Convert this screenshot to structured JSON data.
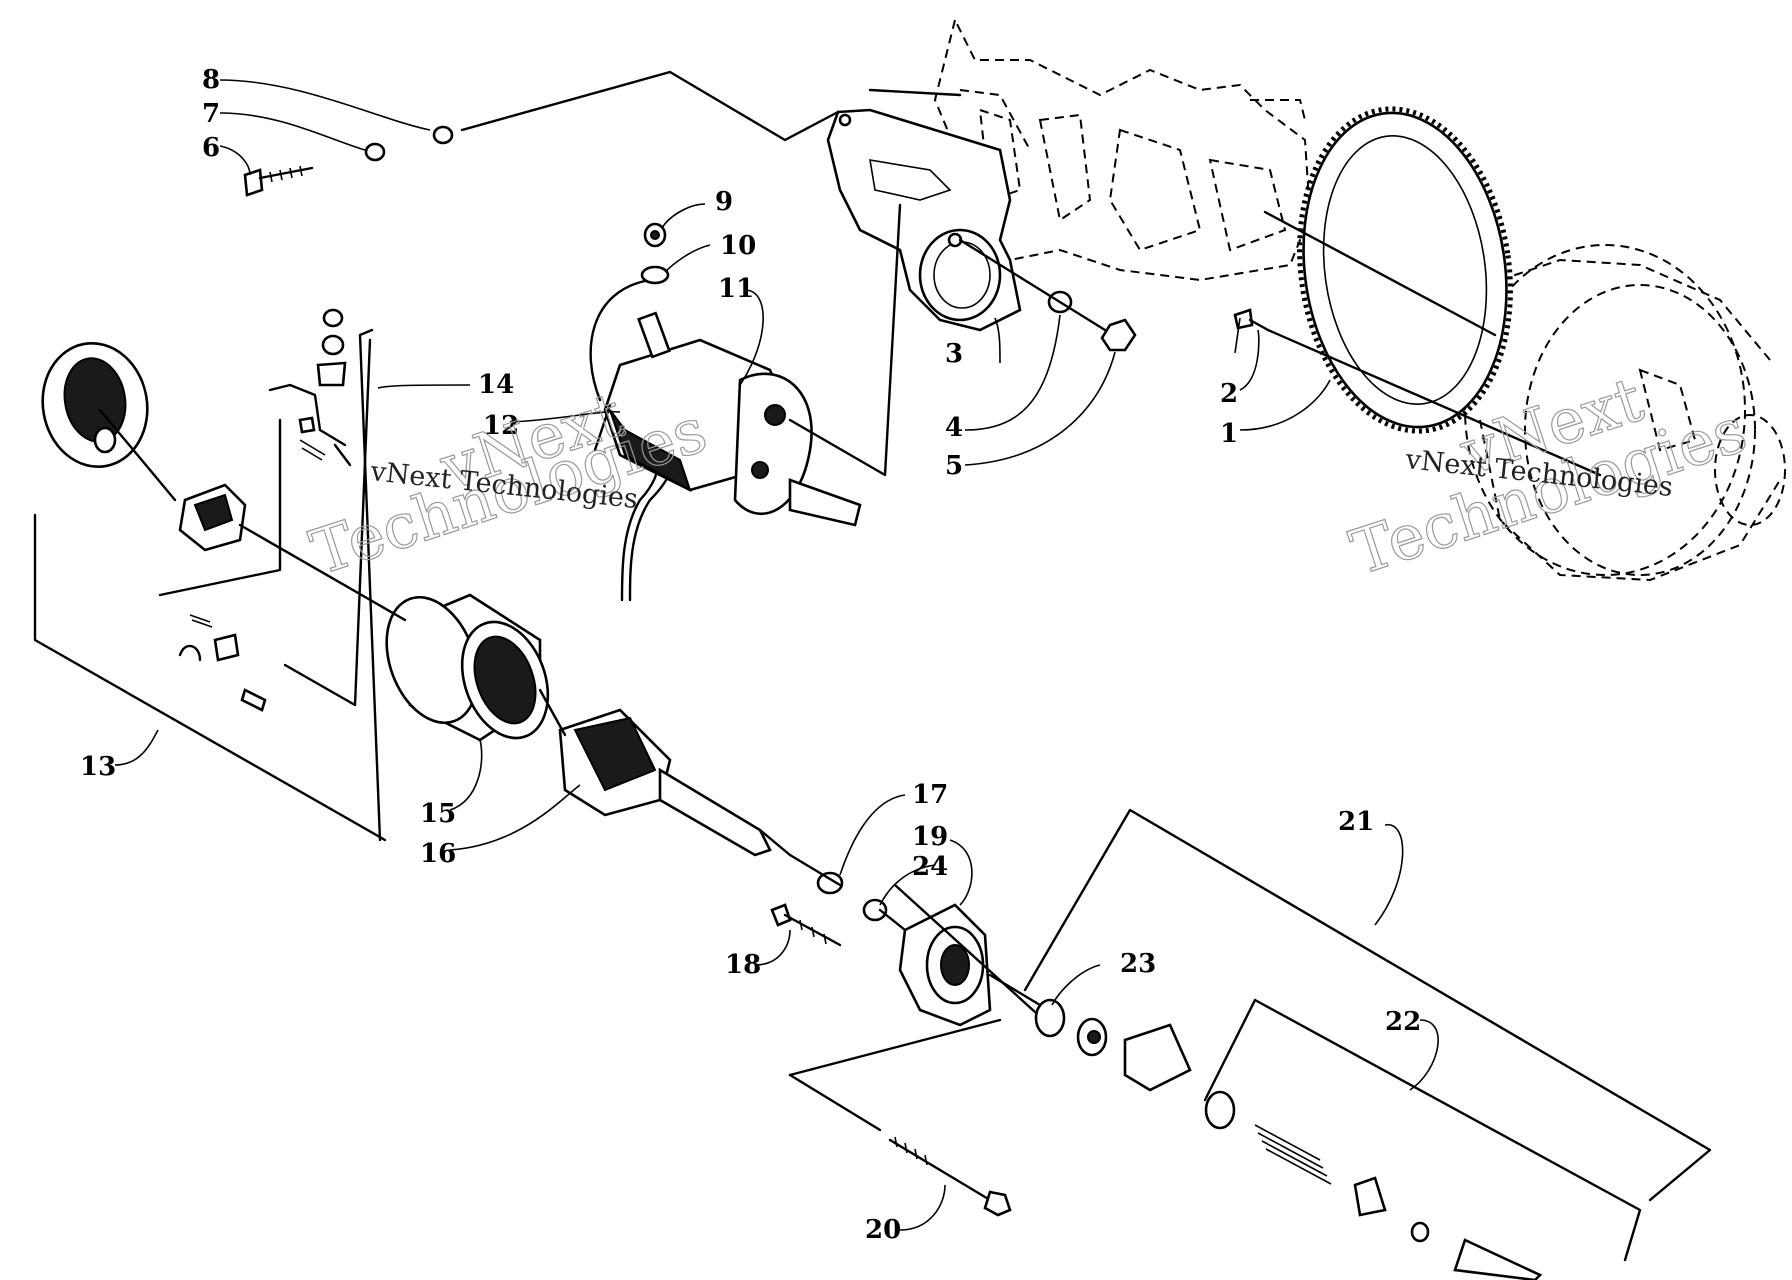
{
  "watermark": {
    "line1": "vNext",
    "line2": "Technologies",
    "full": "vNext Technologies"
  },
  "callouts": [
    "1",
    "2",
    "3",
    "4",
    "5",
    "6",
    "7",
    "8",
    "9",
    "10",
    "11",
    "12",
    "13",
    "14",
    "15",
    "16",
    "17",
    "18",
    "19",
    "20",
    "21",
    "22",
    "23",
    "24"
  ]
}
